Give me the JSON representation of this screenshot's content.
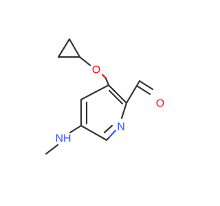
{
  "molecule": {
    "atoms": {
      "ether_oxygen": {
        "label": "O",
        "color": "#ff0d0d"
      },
      "aldehyde_oxygen": {
        "label": "O",
        "color": "#ff0d0d"
      },
      "ring_nitrogen": {
        "label": "N",
        "color": "#3050f8"
      },
      "amine_nitrogen": {
        "label": "NH",
        "color": "#3050f8"
      }
    },
    "bond_color": "#333333"
  }
}
